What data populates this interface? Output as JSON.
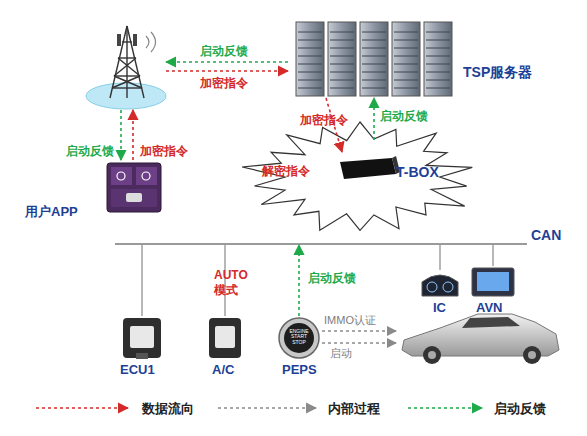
{
  "diagram": {
    "nodes": [
      {
        "text": [
          "TSP服务器"
        ]
      },
      {
        "text": [
          "T-BOX"
        ]
      },
      {
        "text": [
          "用户APP"
        ]
      },
      {
        "text": [
          "CAN"
        ]
      },
      {
        "text": [
          "ECU1"
        ]
      },
      {
        "text": [
          "A/C"
        ]
      },
      {
        "text": [
          "PEPS"
        ]
      },
      {
        "text": [
          "IC"
        ]
      },
      {
        "text": [
          "AVN"
        ]
      }
    ],
    "edges": [
      {
        "from": 0,
        "to": 1,
        "label": "加密指令",
        "arrow": "to"
      },
      {
        "from": 1,
        "to": 0,
        "label": "启动反馈",
        "arrow": "to"
      },
      {
        "from": 6,
        "to": 3,
        "label": "启动反馈",
        "arrow": "to"
      },
      {
        "from": 4,
        "to": 3,
        "arrow": "none"
      },
      {
        "from": 5,
        "to": 3,
        "arrow": "none"
      },
      {
        "from": 7,
        "to": 3,
        "arrow": "none"
      },
      {
        "from": 8,
        "to": 3,
        "arrow": "none"
      }
    ],
    "labels": [
      "启动反馈",
      "加密指令",
      "启动反馈",
      "加密指令",
      "解密指令",
      "AUTO 模式",
      "IMMO认证",
      "启动",
      "ENGINE START STOP"
    ],
    "legend": [
      {
        "text": "数据流向"
      },
      {
        "text": "内部过程"
      },
      {
        "text": "启动反馈"
      }
    ]
  }
}
